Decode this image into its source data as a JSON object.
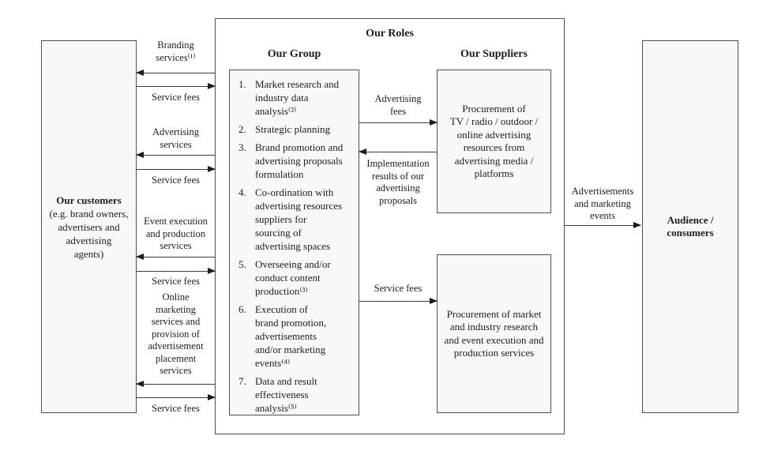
{
  "diagram": {
    "title": "Our Roles",
    "customers": {
      "title": "Our customers",
      "subtitle_lines": [
        "(e.g. brand owners,",
        "advertisers and",
        "advertising",
        "agents)"
      ]
    },
    "group": {
      "heading": "Our Group",
      "items": [
        {
          "num": "1.",
          "lines": [
            "Market research and",
            "industry data",
            "analysis⁽²⁾"
          ]
        },
        {
          "num": "2.",
          "lines": [
            "Strategic planning"
          ]
        },
        {
          "num": "3.",
          "lines": [
            "Brand promotion and",
            "advertising proposals",
            "formulation"
          ]
        },
        {
          "num": "4.",
          "lines": [
            "Co-ordination with",
            "advertising resources",
            "suppliers for",
            "sourcing of",
            "advertising spaces"
          ]
        },
        {
          "num": "5.",
          "lines": [
            "Overseeing and/or",
            "conduct content",
            "production⁽³⁾"
          ]
        },
        {
          "num": "6.",
          "lines": [
            "Execution of",
            "brand promotion,",
            "advertisements",
            "and/or marketing",
            "events⁽⁴⁾"
          ]
        },
        {
          "num": "7.",
          "lines": [
            "Data and result",
            "effectiveness",
            "analysis⁽⁵⁾"
          ]
        }
      ]
    },
    "suppliers": {
      "heading": "Our Suppliers",
      "media_box_lines": [
        "Procurement of",
        "TV / radio / outdoor /",
        "online advertising",
        "resources from",
        "advertising media /",
        "platforms"
      ],
      "research_box_lines": [
        "Procurement of market",
        "and industry research",
        "and event execution and",
        "production services"
      ]
    },
    "audience": {
      "lines": [
        "Audience /",
        "consumers"
      ]
    },
    "flows": {
      "left": [
        {
          "service_lines": [
            "Branding",
            "services⁽¹⁾"
          ],
          "fee": "Service fees"
        },
        {
          "service_lines": [
            "Advertising",
            "services"
          ],
          "fee": "Service fees"
        },
        {
          "service_lines": [
            "Event execution",
            "and production",
            "services"
          ],
          "fee": "Service fees"
        },
        {
          "service_lines": [
            "Online",
            "marketing",
            "services and",
            "provision of",
            "advertisement",
            "placement",
            "services"
          ],
          "fee": "Service fees"
        }
      ],
      "middle": {
        "advertising_fees_lines": [
          "Advertising",
          "fees"
        ],
        "implementation_lines": [
          "Implementation",
          "results of our",
          "advertising",
          "proposals"
        ],
        "service_fee": "Service fees"
      },
      "right": {
        "lines": [
          "Advertisements",
          "and marketing",
          "events"
        ]
      }
    },
    "colors": {
      "background": "#ffffff",
      "box_fill": "#f8f8f6",
      "box_border": "#4f4f4f",
      "arrow_line": "#3c3c3c",
      "text": "#1d1d1d"
    }
  }
}
